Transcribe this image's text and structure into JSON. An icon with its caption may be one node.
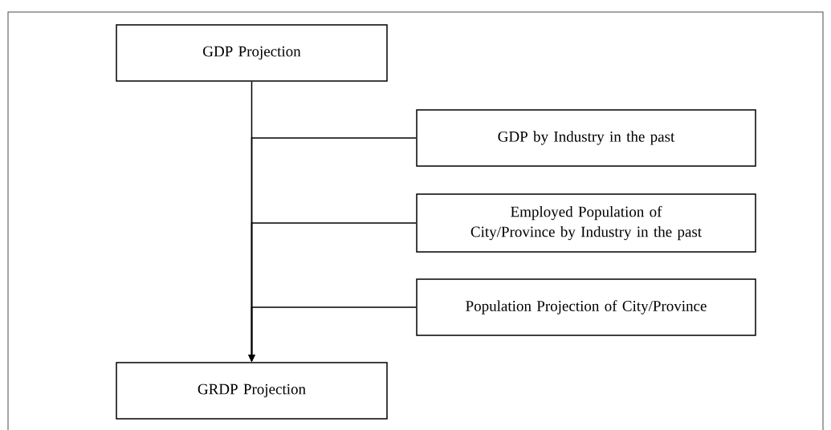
{
  "diagram": {
    "nodes": [
      {
        "text": [
          "GDP Projection"
        ]
      },
      {
        "text": [
          "GDP by Industry in the past"
        ]
      },
      {
        "text": [
          "Employed Population of City/Province by Industry in the past"
        ]
      },
      {
        "text": [
          "Population Projection of City/Province"
        ]
      },
      {
        "text": [
          "GRDP Projection"
        ]
      }
    ],
    "edges": [
      {
        "from": 0,
        "to": 4,
        "arrow": "to"
      },
      {
        "from": 1,
        "to": 4,
        "arrow": "to"
      },
      {
        "from": 2,
        "to": 4,
        "arrow": "to"
      },
      {
        "from": 3,
        "to": 4,
        "arrow": "to"
      }
    ]
  }
}
